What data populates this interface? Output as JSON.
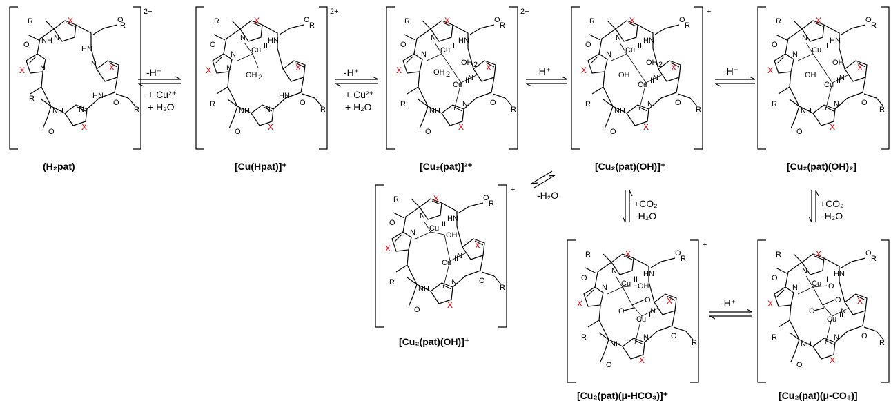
{
  "atoms": {
    "x": "X",
    "r": "R",
    "o": "O",
    "n": "N",
    "nh": "NH",
    "hn": "HN",
    "cu": "Cu",
    "cu_ox": "II",
    "oh": "OH",
    "oh2": "OH",
    "h2": "2"
  },
  "species": [
    {
      "id": "h2pat",
      "label": "(H₂pat)",
      "charge": "2+"
    },
    {
      "id": "cu_hpat",
      "label": "[Cu(Hpat)]⁺",
      "charge": "2+"
    },
    {
      "id": "cu2_pat",
      "label": "[Cu₂(pat)]²⁺",
      "charge": "2+"
    },
    {
      "id": "cu2_pat_oh_top",
      "label": "[Cu₂(pat)(OH)]⁺",
      "charge": "+"
    },
    {
      "id": "cu2_pat_oh2",
      "label": "[Cu₂(pat)(OH)₂]",
      "charge": ""
    },
    {
      "id": "cu2_pat_oh_bottom",
      "label": "[Cu₂(pat)(OH)]⁺",
      "charge": "+"
    },
    {
      "id": "cu2_pat_hco3",
      "label": "[Cu₂(pat)(μ-HCO₃)]⁺",
      "charge": "+"
    },
    {
      "id": "cu2_pat_co3",
      "label": "[Cu₂(pat)(μ-CO₃)]",
      "charge": ""
    }
  ],
  "steps": [
    {
      "id": "step1",
      "lines": [
        "-H⁺",
        "+ Cu²⁺",
        "+ H₂O"
      ]
    },
    {
      "id": "step2",
      "lines": [
        "-H⁺",
        "+ Cu²⁺",
        "+ H₂O"
      ]
    },
    {
      "id": "step3",
      "lines": [
        "-H⁺"
      ]
    },
    {
      "id": "step4",
      "lines": [
        "-H⁺"
      ]
    },
    {
      "id": "step5",
      "lines": [
        "-H₂O"
      ]
    },
    {
      "id": "step6",
      "lines": [
        "+CO₂",
        "-H₂O"
      ]
    },
    {
      "id": "step7",
      "lines": [
        "+CO₂",
        "-H₂O"
      ]
    },
    {
      "id": "step8",
      "lines": [
        "-H⁺"
      ]
    }
  ]
}
